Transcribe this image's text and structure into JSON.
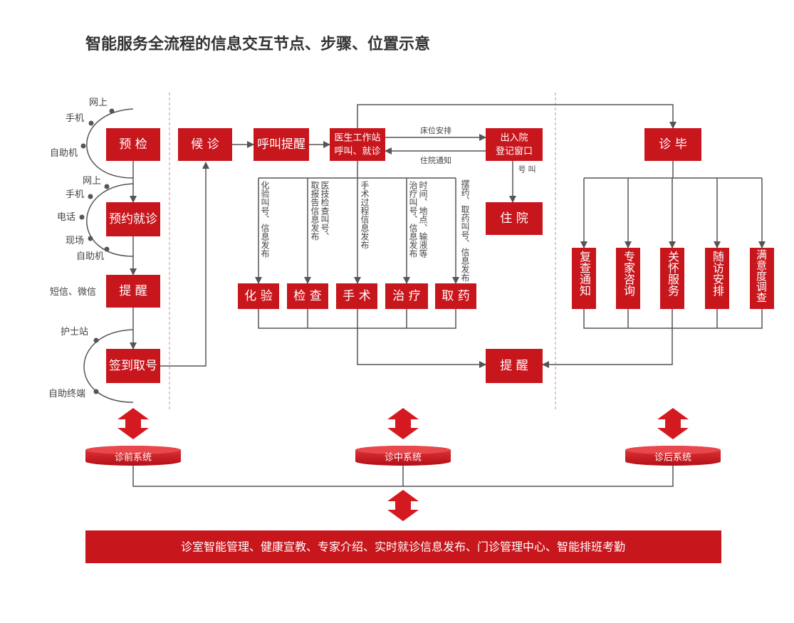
{
  "title": "智能服务全流程的信息交互节点、步骤、位置示意",
  "colors": {
    "accent": "#c8161d",
    "line": "#555555",
    "text": "#444444"
  },
  "pre": {
    "boxes": [
      "预 检",
      "预约就诊",
      "提 醒",
      "签到取号"
    ],
    "channels_precheck": [
      "网上",
      "手机",
      "自助机"
    ],
    "channels_booking": [
      "网上",
      "手机",
      "电话",
      "现场",
      "自助机"
    ],
    "channels_remind": "短信、微信",
    "channels_checkin": [
      "护士站",
      "自助终端"
    ],
    "system": "诊前系统"
  },
  "mid": {
    "waiting": "候 诊",
    "call_remind": "呼叫提醒",
    "doctor_station": [
      "医生工作站",
      "呼叫、就诊"
    ],
    "admission": [
      "出入院",
      "登记窗口"
    ],
    "bed_arrange": "床位安排",
    "admit_notice": "住院通知",
    "call_number": "叫\n号",
    "inpatient": "住 院",
    "services": [
      "化 验",
      "检 查",
      "手 术",
      "治 疗",
      "取 药"
    ],
    "service_labels": [
      "化验叫号、信息发布",
      "医技检查叫号、\n取报告信息发布",
      "手术过程信息发布",
      "时间、地点、输液等\n治疗叫号、信息发布",
      "摆药、取药叫号、信息发布"
    ],
    "remind": "提 醒",
    "system": "诊中系统"
  },
  "post": {
    "done": "诊 毕",
    "items": [
      "复查通知",
      "专家咨询",
      "关怀服务",
      "随访安排",
      "满意度调查"
    ],
    "system": "诊后系统"
  },
  "bottom_bar": "诊室智能管理、健康宣教、专家介绍、实时就诊信息发布、门诊管理中心、智能排班考勤"
}
